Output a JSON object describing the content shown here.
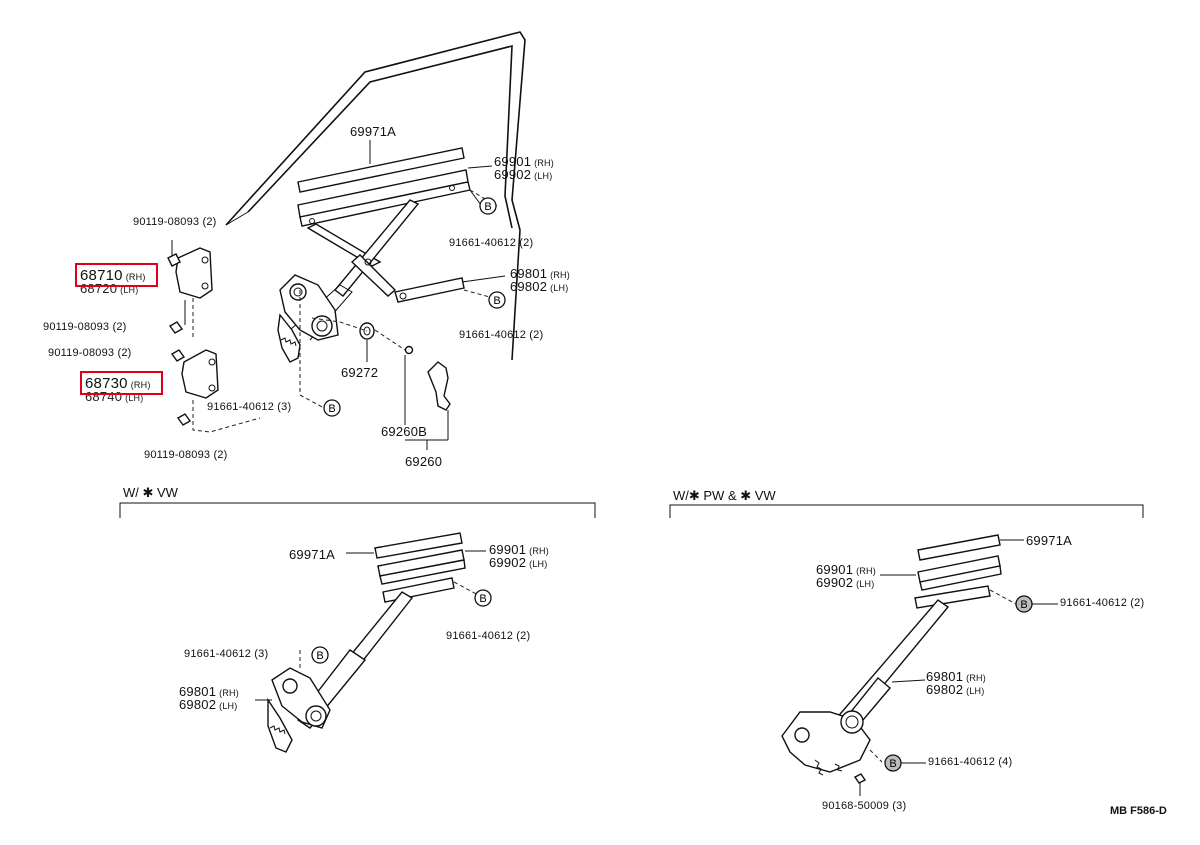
{
  "main": {
    "labels": {
      "p69971a": "69971A",
      "p69901": "69901",
      "p69902": "69902",
      "p91661_2a": "91661-40612 (2)",
      "p69801": "69801",
      "p69802": "69802",
      "p91661_2b": "91661-40612 (2)",
      "p69272": "69272",
      "p69260b": "69260B",
      "p69260": "69260",
      "p91661_3": "91661-40612 (3)",
      "p90119_a": "90119-08093 (2)",
      "p68710": "68710",
      "p68720": "68720",
      "p90119_b": "90119-08093 (2)",
      "p90119_c": "90119-08093 (2)",
      "p68730": "68730",
      "p68740": "68740",
      "p90119_d": "90119-08093 (2)"
    }
  },
  "sides": {
    "rh": "(RH)",
    "lh": "(LH)"
  },
  "bubble_letter": "B",
  "sections": {
    "vw": {
      "title": "W/ ✱ VW",
      "labels": {
        "p69971a": "69971A",
        "p69901": "69901",
        "p69902": "69902",
        "p91661_2": "91661-40612 (2)",
        "p91661_3": "91661-40612 (3)",
        "p69801": "69801",
        "p69802": "69802"
      }
    },
    "pw": {
      "title": "W/✱ PW & ✱ VW",
      "labels": {
        "p69971a": "69971A",
        "p69901": "69901",
        "p69902": "69902",
        "p91661_2": "91661-40612 (2)",
        "p69801": "69801",
        "p69802": "69802",
        "p91661_4": "91661-40612 (4)",
        "p90168": "90168-50009 (3)"
      }
    }
  },
  "footer_code": "MB F586-D",
  "highlight_color": "#e0001a"
}
